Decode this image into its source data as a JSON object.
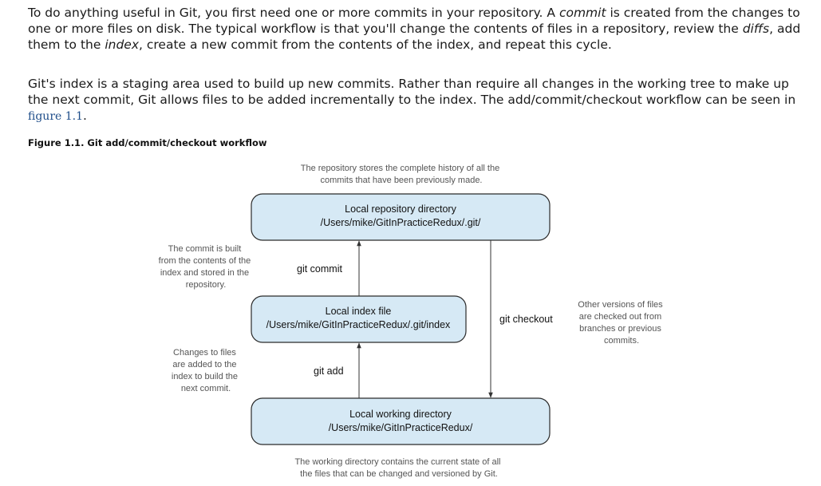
{
  "paragraph1": {
    "part1": "To do anything useful in Git, you first need one or more commits in your repository. A ",
    "em1": "commit",
    "part2": " is created from the changes to one or more files on disk. The typical workflow is that you'll change the contents of files in a repository, review the ",
    "em2": "diffs",
    "part3": ", add them to the ",
    "em3": "index",
    "part4": ", create a new commit from the contents of the index, and repeat this cycle."
  },
  "paragraph2": {
    "text": "Git's index is a staging area used to build up new commits. Rather than require all changes in the working tree to make up the next commit, Git allows files to be added incrementally to the index. The add/commit/checkout workflow can be seen in ",
    "link": "figure 1.1",
    "end": "."
  },
  "figure": {
    "caption": "Figure 1.1. Git add/commit/checkout workflow",
    "top_note": [
      "The repository stores the complete history of all the",
      "commits that have been previously made."
    ],
    "boxes": {
      "repo": {
        "title": "Local repository directory",
        "path": "/Users/mike/GitInPracticeRedux/.git/"
      },
      "index": {
        "title": "Local index file",
        "path": "/Users/mike/GitInPracticeRedux/.git/index"
      },
      "working": {
        "title": "Local working directory",
        "path": "/Users/mike/GitInPracticeRedux/"
      }
    },
    "commands": {
      "commit": "git commit",
      "add": "git add",
      "checkout": "git checkout"
    },
    "left_note_commit": [
      "The commit is built",
      "from the contents of the",
      "index and stored in the",
      "repository."
    ],
    "left_note_add": [
      "Changes to files",
      "are added to the",
      "index to build the",
      "next commit."
    ],
    "right_note": [
      "Other versions of files",
      "are checked out from",
      "branches or previous",
      "commits."
    ],
    "bottom_note": [
      "The working directory contains the current state of all",
      "the files that can be changed and versioned by Git."
    ],
    "colors": {
      "box_fill": "#d6e9f5",
      "box_stroke": "#2b2b2b",
      "note_text": "#555555",
      "arrow": "#333333"
    }
  }
}
